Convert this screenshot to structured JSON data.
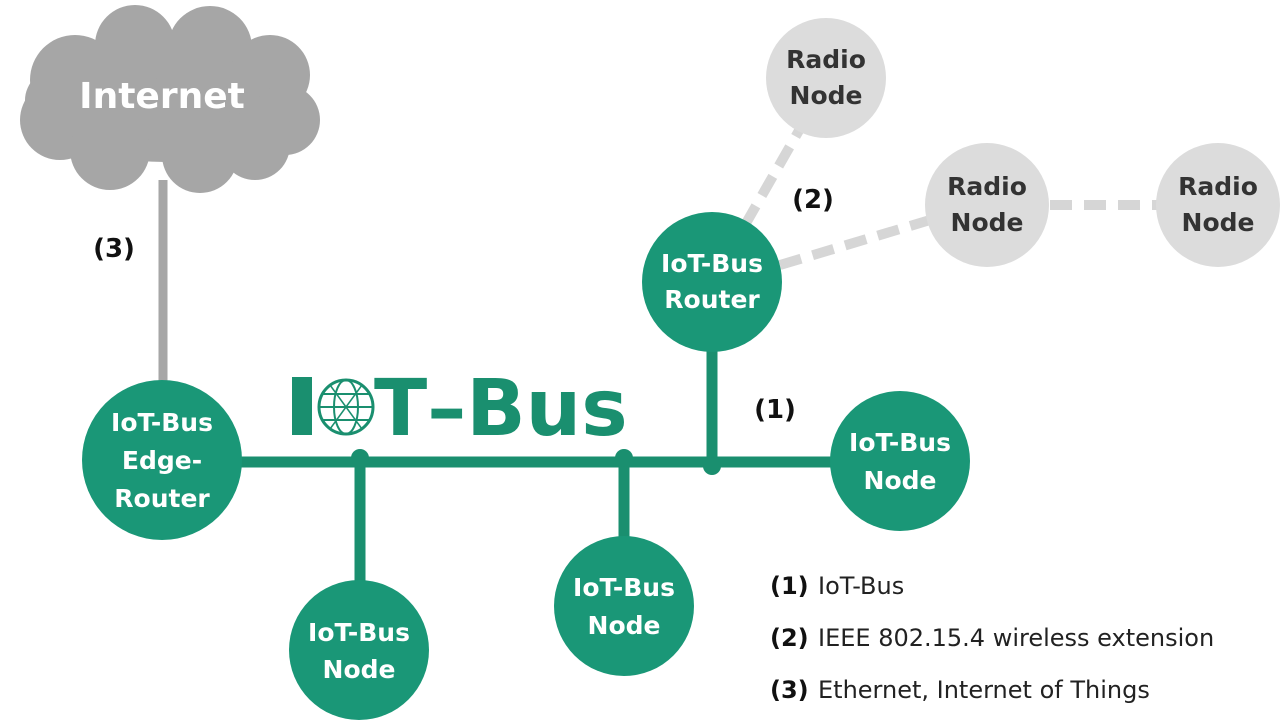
{
  "colors": {
    "node_green": "#1a9777",
    "bus_line": "#1a8f6f",
    "radio_gray": "#dcdcdc",
    "cloud_gray": "#a6a6a6",
    "wireless_dash": "#d6d6d6"
  },
  "cloud": {
    "label": "Internet"
  },
  "logo": {
    "text_i": "I",
    "text_rest": "T–Bus",
    "icon": "globe-icon"
  },
  "nodes": {
    "edge_router": {
      "line1": "IoT-Bus",
      "line2": "Edge-",
      "line3": "Router"
    },
    "router": {
      "line1": "IoT-Bus",
      "line2": "Router"
    },
    "node_bottom_left": {
      "line1": "IoT-Bus",
      "line2": "Node"
    },
    "node_bottom_mid": {
      "line1": "IoT-Bus",
      "line2": "Node"
    },
    "node_right": {
      "line1": "IoT-Bus",
      "line2": "Node"
    },
    "radio_top": {
      "line1": "Radio",
      "line2": "Node"
    },
    "radio_mid": {
      "line1": "Radio",
      "line2": "Node"
    },
    "radio_right": {
      "line1": "Radio",
      "line2": "Node"
    }
  },
  "markers": {
    "m1": "(1)",
    "m2": "(2)",
    "m3": "(3)"
  },
  "legend": [
    {
      "num": "(1)",
      "text": "IoT-Bus"
    },
    {
      "num": "(2)",
      "text": "IEEE 802.15.4 wireless extension"
    },
    {
      "num": "(3)",
      "text": "Ethernet, Internet of Things"
    }
  ]
}
